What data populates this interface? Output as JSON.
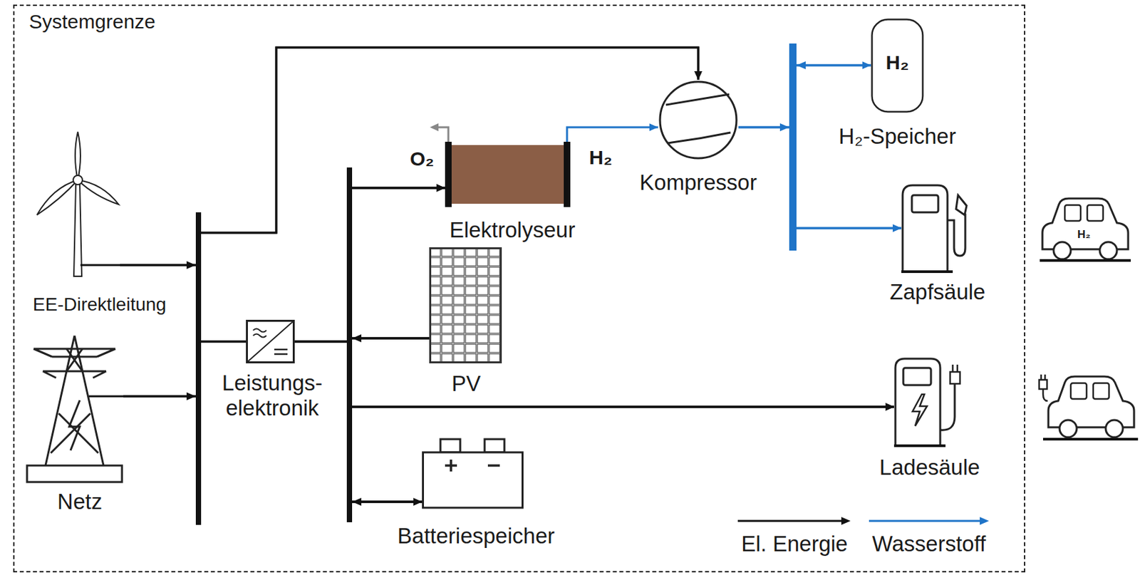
{
  "diagram": {
    "nodes": [
      {
        "text": [
          "Systemgrenze"
        ]
      },
      {
        "text": [
          "EE-Direktleitung"
        ],
        "in": 0
      },
      {
        "text": [
          "Netz"
        ],
        "in": 0
      },
      {
        "text": [
          "Leistungs- elektronik"
        ],
        "in": 0
      },
      {
        "text": [
          "Elektrolyseur"
        ],
        "in": 0
      },
      {
        "text": [
          "PV"
        ],
        "in": 0
      },
      {
        "text": [
          "Batteriespeicher"
        ],
        "in": 0
      },
      {
        "text": [
          "Kompressor"
        ],
        "in": 0
      },
      {
        "text": [
          "H₂",
          "H₂-Speicher"
        ],
        "in": 0
      },
      {
        "text": [
          "Zapfsäule"
        ],
        "in": 0
      },
      {
        "text": [
          "Ladesäule"
        ],
        "in": 0
      },
      {
        "text": [
          "H₂"
        ]
      }
    ],
    "edges": [
      {
        "from": 1,
        "to": 7,
        "arrow": "to"
      },
      {
        "from": 2,
        "to": 7,
        "arrow": "to"
      },
      {
        "from": 1,
        "to": 3,
        "arrow": "none"
      },
      {
        "from": 2,
        "to": 3,
        "arrow": "none"
      },
      {
        "from": 3,
        "to": 4,
        "arrow": "to"
      },
      {
        "from": 3,
        "to": 10,
        "arrow": "to"
      },
      {
        "from": 5,
        "to": 4,
        "arrow": "to"
      },
      {
        "from": 5,
        "to": 10,
        "arrow": "to"
      },
      {
        "from": 6,
        "to": 4,
        "arrow": "to"
      },
      {
        "from": 6,
        "to": 10,
        "arrow": "to"
      },
      {
        "from": 4,
        "to": 7,
        "arrow": "to"
      },
      {
        "from": 7,
        "to": 8,
        "arrow": "to"
      },
      {
        "from": 7,
        "to": 9,
        "arrow": "to"
      },
      {
        "from": 8,
        "to": 9,
        "arrow": "to"
      },
      {
        "from": 3,
        "to": 6,
        "arrow": "to"
      },
      {
        "from": 5,
        "to": 6,
        "arrow": "to"
      }
    ],
    "labels": [
      "O₂",
      "H₂"
    ],
    "legend": [
      {
        "text": "El. Energie"
      },
      {
        "text": "Wasserstoff"
      }
    ]
  }
}
